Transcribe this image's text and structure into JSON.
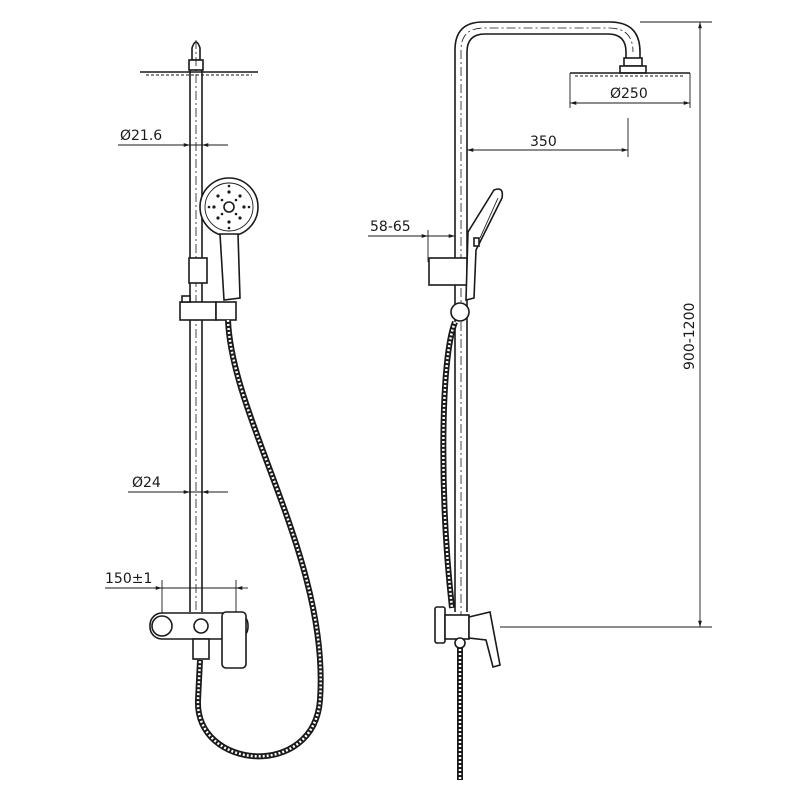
{
  "front_view": {
    "rail_diameter": "Ø21.6",
    "pipe_diameter": "Ø24",
    "inlet_spacing": "150±1"
  },
  "side_view": {
    "head_diameter": "Ø250",
    "arm_reach": "350",
    "wall_offset": "58-65",
    "height_range": "900-1200"
  },
  "colors": {
    "line": "#1a1a1a",
    "background": "#ffffff"
  }
}
